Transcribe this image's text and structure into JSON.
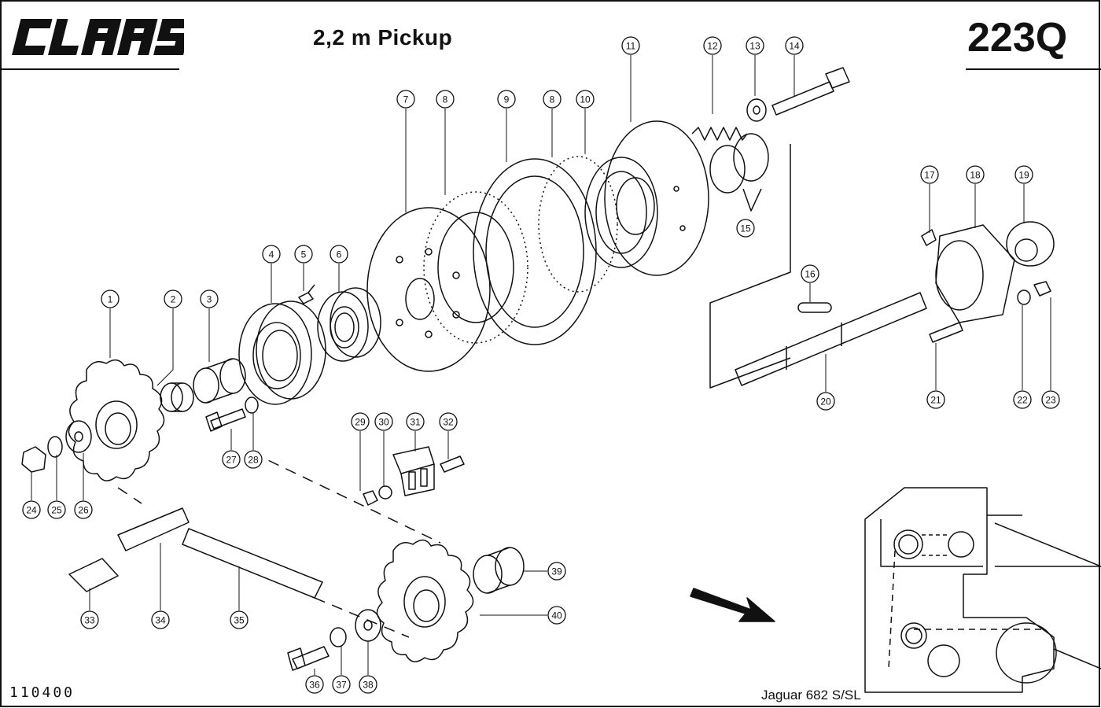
{
  "header": {
    "logo": "CLAAS",
    "title": "2,2 m Pickup",
    "page_code": "223Q"
  },
  "footer": {
    "image_number": "110400",
    "model": "Jaguar 682 S/SL"
  },
  "callouts": [
    "1",
    "2",
    "3",
    "4",
    "5",
    "6",
    "7",
    "8",
    "9",
    "8",
    "10",
    "11",
    "12",
    "13",
    "14",
    "15",
    "16",
    "17",
    "18",
    "19",
    "20",
    "21",
    "22",
    "23",
    "24",
    "25",
    "26",
    "27",
    "28",
    "29",
    "30",
    "31",
    "32",
    "33",
    "34",
    "35",
    "36",
    "37",
    "38",
    "39",
    "40"
  ]
}
